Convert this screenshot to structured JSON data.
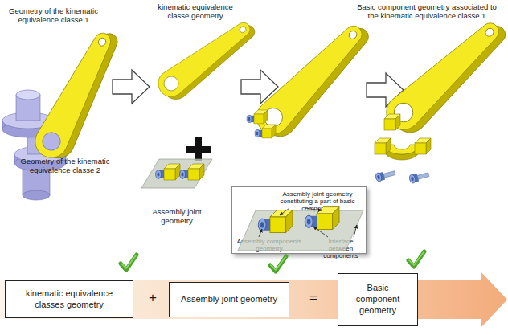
{
  "diagram": {
    "nodes": [
      {
        "text": [
          "Assembly joint geometry constituting a part of basic component",
          "Assembly components geometry",
          "Interface between components"
        ]
      },
      {
        "text": [
          "kinematic equivalence classes geometry"
        ]
      },
      {
        "text": [
          "Assembly joint geometry"
        ]
      },
      {
        "text": [
          "Basic component geometry"
        ]
      }
    ],
    "labels": [
      "Geometry of the kinematic equivalence classe 1",
      "kinematic equivalence classe geometry",
      "Basic component geometry associated to the kinematic equivalence classe 1",
      "Geometry of the kinematic equivalence classe 2",
      "Assembly joint geometry",
      "+",
      "="
    ]
  }
}
